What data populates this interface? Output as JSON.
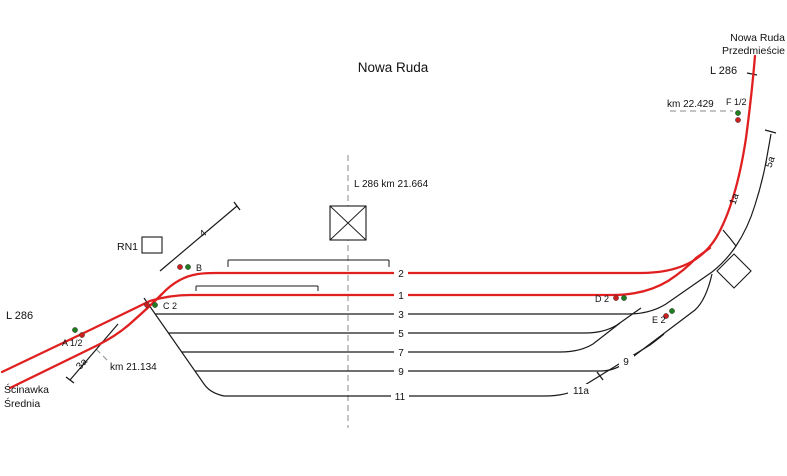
{
  "title": "Nowa Ruda",
  "colors": {
    "main_line": "#e02020",
    "track": "#1a1a1a"
  },
  "remote_stations": {
    "top_right_line1": "Nowa Ruda",
    "top_right_line2": "Przedmieście",
    "bottom_left_line1": "Ścinawka",
    "bottom_left_line2": "Średnia"
  },
  "line_labels": {
    "left": "L 286",
    "top_right": "L 286",
    "center_km": "L 286  km 21.664"
  },
  "km_marks": {
    "left": "km 21.134",
    "right": "km 22.429"
  },
  "signals": {
    "a": "A 1/2",
    "b": "B",
    "c": "C 2",
    "d": "D 2",
    "e": "E 2",
    "f": "F 1/2"
  },
  "track_numbers": {
    "t1": "1",
    "t2": "2",
    "t3": "3",
    "t4": "4",
    "t5": "5",
    "t7": "7",
    "t9": "9",
    "t11": "11",
    "t1a": "1a",
    "t3a": "3a",
    "t5a": "5a",
    "t9a": "9",
    "t11a": "11a"
  },
  "buildings": {
    "signal_box": "RN1"
  }
}
